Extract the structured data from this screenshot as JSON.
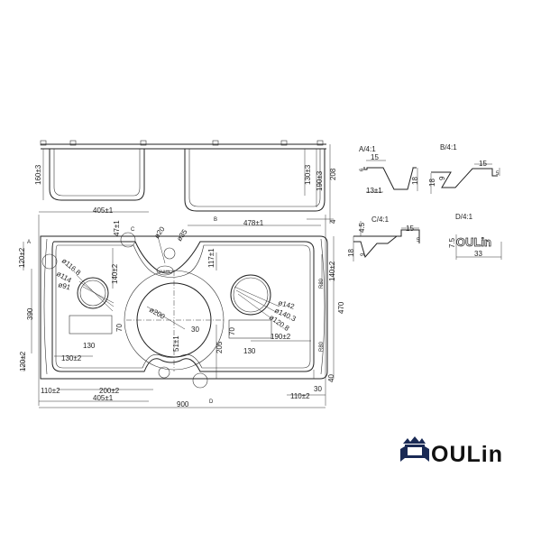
{
  "top_view": {
    "d160": "160±3",
    "d130": "130±3",
    "d190": "190±3",
    "d208": "208",
    "d4": "4"
  },
  "plan": {
    "w405_top": "405±1",
    "d47": "47±1",
    "d20": "ø20",
    "d35": "ø35",
    "w478": "478±1",
    "d117": "117±1",
    "d120_top": "120±2",
    "d390": "390",
    "d116": "ø116.8",
    "d114": "ø114",
    "d91": "ø91",
    "d140_left": "140±2",
    "d70_left": "70",
    "d130_box_left": "130",
    "d130_left": "130±2",
    "d120_bot": "120±2",
    "d200": "ø200",
    "d51": "51±1",
    "d30": "30",
    "d205": "205",
    "d70_right": "70",
    "d130_box_right": "130",
    "d190_right": "190±2",
    "d142": "ø142",
    "d140_3": "ø140.3",
    "d120_8": "ø120.8",
    "d140_right": "140±2",
    "d470": "470",
    "r80": "R80",
    "d40": "40",
    "d30_b": "30",
    "w110_left": "110±2",
    "w200": "200±2",
    "w405_bot": "405±1",
    "w900": "900",
    "w110_right": "110±2",
    "mark_a": "A",
    "mark_b": "B",
    "mark_c": "C",
    "mark_d": "D",
    "drain_badge": "OULIN"
  },
  "details": {
    "a": {
      "title": "A/4:1",
      "d15": "15",
      "d18": "18",
      "d13": "13±1",
      "d6": "6"
    },
    "b": {
      "title": "B/4:1",
      "d15": "15",
      "d18": "18",
      "d9": "9",
      "d5": "5"
    },
    "c": {
      "title": "C/4:1",
      "d15": "15",
      "d18": "18",
      "d45": "4.5",
      "d9": "9",
      "d5": "5"
    },
    "d": {
      "title": "D/4:1",
      "d75": "7.5",
      "d33": "33",
      "engraving": "OULin"
    }
  },
  "brand": {
    "name": "OULin"
  }
}
